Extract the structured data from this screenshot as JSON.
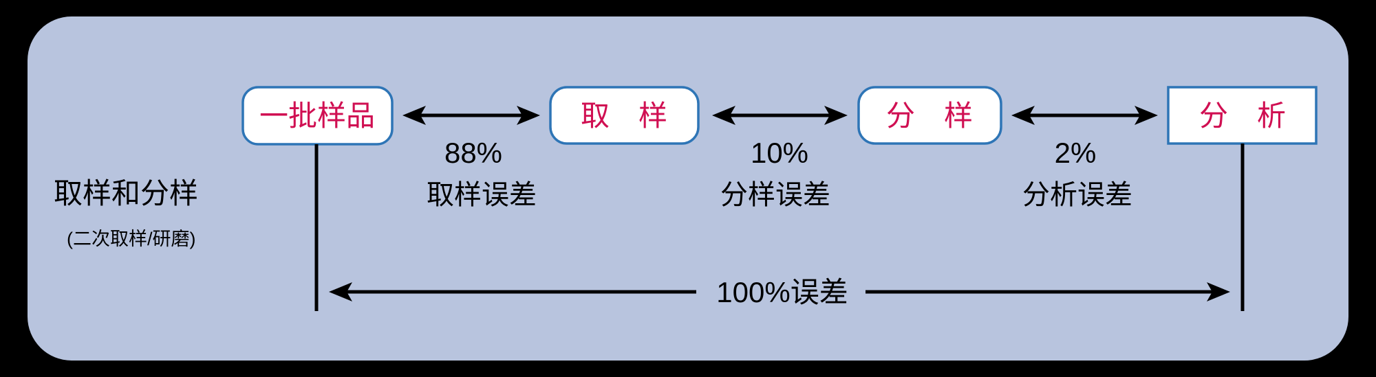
{
  "diagram": {
    "title": "取样和分样",
    "subtitle": "(二次取样/研磨)",
    "nodes": [
      {
        "id": "batch",
        "label": "一批样品"
      },
      {
        "id": "sampling",
        "label": "取　样"
      },
      {
        "id": "splitting",
        "label": "分　样"
      },
      {
        "id": "analysis",
        "label": "分　析"
      }
    ],
    "edges": [
      {
        "percent": "88%",
        "label": "取样误差"
      },
      {
        "percent": "10%",
        "label": "分样误差"
      },
      {
        "percent": "2%",
        "label": "分析误差"
      }
    ],
    "total_label": "100%误差",
    "colors": {
      "panel_background": "#b8c4de",
      "outer_background": "#000000",
      "node_border": "#2e75b6",
      "node_fill": "#ffffff",
      "node_text": "#d00f52",
      "lines_and_text": "#000000"
    }
  }
}
